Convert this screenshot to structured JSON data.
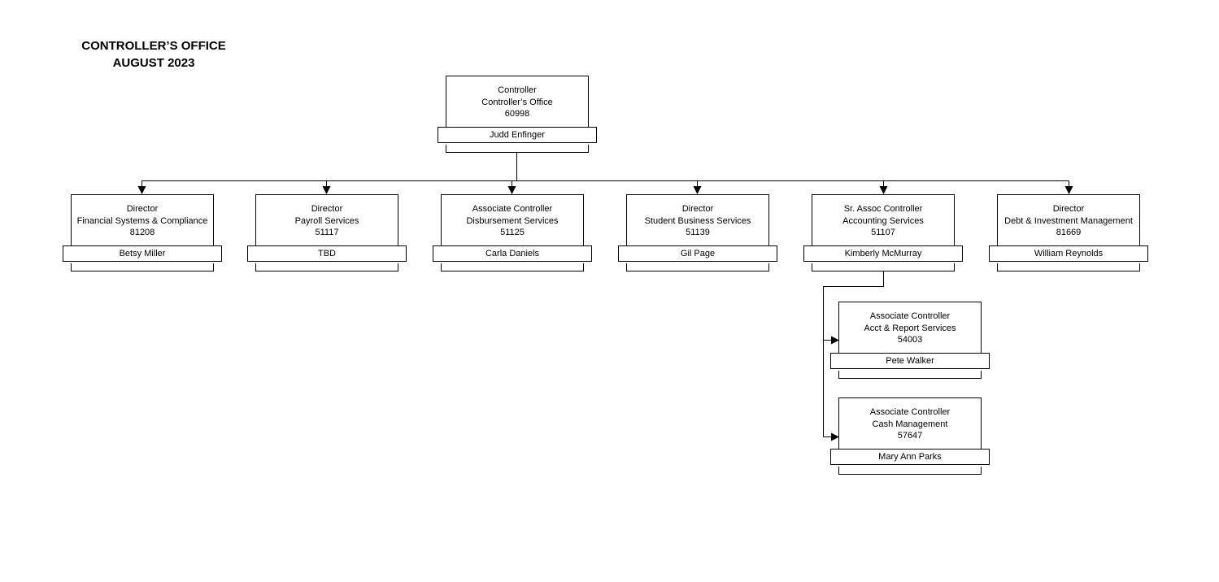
{
  "header": {
    "title": "CONTROLLER’S OFFICE",
    "subtitle": "AUGUST 2023"
  },
  "nodes": {
    "controller": {
      "title": "Controller",
      "unit": "Controller’s Office",
      "code": "60998",
      "name": "Judd Enfinger"
    },
    "fin_systems": {
      "title": "Director",
      "unit": "Financial Systems & Compliance",
      "code": "81208",
      "name": "Betsy Miller"
    },
    "payroll": {
      "title": "Director",
      "unit": "Payroll Services",
      "code": "51117",
      "name": "TBD"
    },
    "disbursement": {
      "title": "Associate Controller",
      "unit": "Disbursement Services",
      "code": "51125",
      "name": "Carla Daniels"
    },
    "student_business": {
      "title": "Director",
      "unit": "Student Business Services",
      "code": "51139",
      "name": "Gil Page"
    },
    "accounting": {
      "title": "Sr. Assoc Controller",
      "unit": "Accounting Services",
      "code": "51107",
      "name": "Kimberly McMurray"
    },
    "debt_investment": {
      "title": "Director",
      "unit": "Debt & Investment Management",
      "code": "81669",
      "name": "William Reynolds"
    },
    "acct_report": {
      "title": "Associate Controller",
      "unit": "Acct & Report Services",
      "code": "54003",
      "name": "Pete Walker"
    },
    "cash_mgmt": {
      "title": "Associate Controller",
      "unit": "Cash Management",
      "code": "57647",
      "name": "Mary Ann Parks"
    }
  }
}
